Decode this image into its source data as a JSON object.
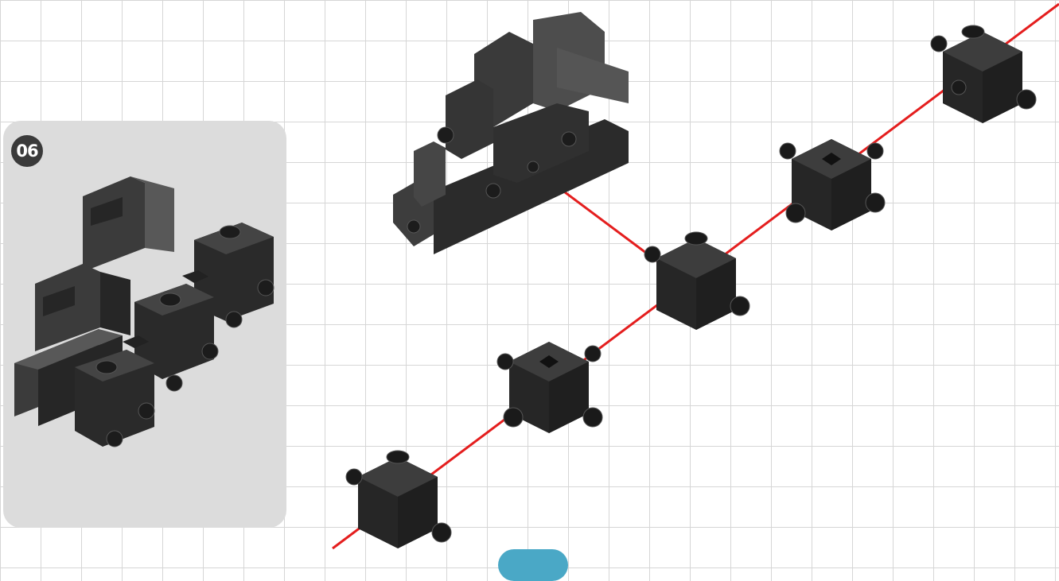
{
  "step": {
    "number": "06",
    "badge_color": "#3a3a3a"
  },
  "colors": {
    "axis_line": "#e41e1e",
    "part_dark": "#262626",
    "part_mid": "#3b3b3b",
    "part_light": "#585858",
    "panel_bg": "#dcdcdc",
    "tab_accent": "#4aa8c6"
  },
  "icons": [
    "step-number-badge",
    "assembled-model-preview",
    "arch-base-block",
    "connector-cube",
    "assembly-guide-line"
  ]
}
